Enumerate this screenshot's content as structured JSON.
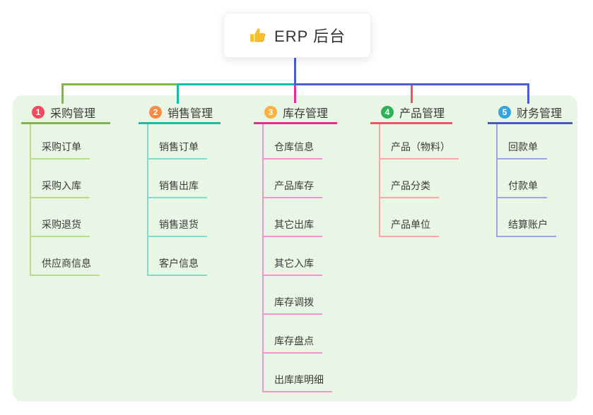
{
  "root": {
    "title": "ERP 后台",
    "icon": "thumbs-up-icon"
  },
  "colors": {
    "panel": "#eaf6e5",
    "trunk": "#4a5fc8",
    "thumb": "#f6c02d"
  },
  "branches": [
    {
      "num": "1",
      "title": "采购管理",
      "color": "#7cb93f",
      "light_color": "#b7dc90",
      "badge_color": "#f5495c",
      "children": [
        "采购订单",
        "采购入库",
        "采购退货",
        "供应商信息"
      ]
    },
    {
      "num": "2",
      "title": "销售管理",
      "color": "#17bda6",
      "light_color": "#85d9c8",
      "badge_color": "#f98b45",
      "children": [
        "销售订单",
        "销售出库",
        "销售退货",
        "客户信息"
      ]
    },
    {
      "num": "3",
      "title": "库存管理",
      "color": "#e82b94",
      "light_color": "#f494ca",
      "badge_color": "#fbb040",
      "children": [
        "仓库信息",
        "产品库存",
        "其它出库",
        "其它入库",
        "库存调拨",
        "库存盘点",
        "出库库明细"
      ]
    },
    {
      "num": "4",
      "title": "产品管理",
      "color": "#f4515f",
      "light_color": "#f9a6ab",
      "badge_color": "#2eb157",
      "children": [
        "产品（物料）",
        "产品分类",
        "产品单位"
      ]
    },
    {
      "num": "5",
      "title": "财务管理",
      "color": "#4759c9",
      "light_color": "#9aa7dd",
      "badge_color": "#35a3dd",
      "children": [
        "回款单",
        "付款单",
        "结算账户"
      ]
    }
  ]
}
